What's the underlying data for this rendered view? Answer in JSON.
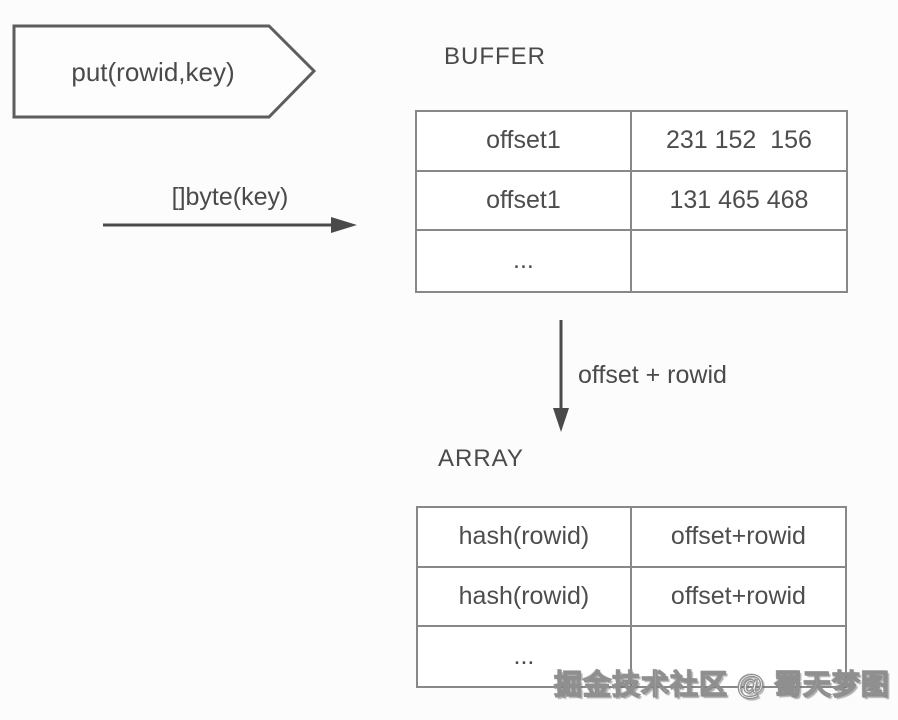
{
  "canvas": {
    "bg_color": "#fcfcfc",
    "line_color": "#4d4d4d",
    "border_color": "#888888",
    "text_color": "#4d4d4d"
  },
  "pentagon": {
    "label": "put(rowid,key)"
  },
  "flow": {
    "byte_arrow_label": "[]byte(key)",
    "offset_arrow_label": "offset + rowid"
  },
  "buffer": {
    "title": "BUFFER",
    "rows": [
      {
        "key": "offset1",
        "value": "231 152  156"
      },
      {
        "key": "offset1",
        "value": "131 465 468"
      },
      {
        "key": "...",
        "value": ""
      }
    ]
  },
  "array": {
    "title": "ARRAY",
    "rows": [
      {
        "key": "hash(rowid)",
        "value": "offset+rowid"
      },
      {
        "key": "hash(rowid)",
        "value": "offset+rowid"
      },
      {
        "key": "...",
        "value": ""
      }
    ]
  },
  "watermark": {
    "text": "掘金技术社区 @ 蜀天梦图"
  }
}
